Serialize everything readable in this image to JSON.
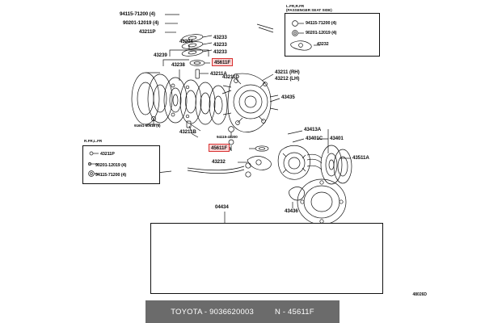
{
  "footer": {
    "brand_part": "TOYOTA - 9036620003",
    "ref_part": "N - 45611F"
  },
  "diagram": {
    "reference_code": "48026D",
    "highlight_color": "#d83030",
    "highlight_fill": "#fbd5d5"
  },
  "top_labels": {
    "bolt_94115": "94115-71200 (4)",
    "nut_90201": "90201-12019 (4)",
    "plate_43211p": "43211P",
    "part_43204": "43204",
    "part_43239": "43239",
    "part_43238": "43238",
    "part_43211d": "43211D",
    "gasket_1": "43233",
    "gasket_2": "43233",
    "gasket_3": "43233",
    "highlight_45611f_top": "45611F",
    "part_43211a_top": "43211A"
  },
  "inset_passenger": {
    "title_line1": "L.FR,R.FR",
    "title_line2": "(PASSENGER SEAT SIDE)",
    "items": [
      "94115-71200 (4)",
      "90201-12019 (4)",
      "43232"
    ]
  },
  "inset_driver": {
    "title_line1": "R.FR,L.FR",
    "items": [
      "43211P",
      "90201-12019 (4)",
      "94115-71200 (4)"
    ]
  },
  "mid_labels": {
    "knuckle_rh": "43211 (RH)",
    "knuckle_lh": "43212 (LH)",
    "part_43435": "43435",
    "part_91651": "91651-60618 (6)",
    "part_43211b": "43211B",
    "bolt_94115_41200": "94115-41200",
    "part_43211a_mid": "43211A",
    "highlight_45611f_mid": "45611F",
    "part_43232_mid": "43232"
  },
  "right_labels": {
    "part_43413a": "43413A",
    "part_43401c": "43401C",
    "part_43401": "43401",
    "part_43511a": "43511A",
    "part_43436": "43436"
  },
  "bottom_panel": {
    "part_04434": "04434"
  }
}
